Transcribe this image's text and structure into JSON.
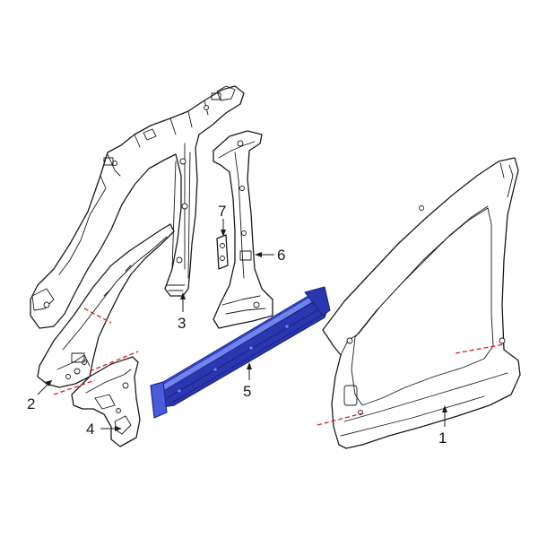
{
  "colors": {
    "highlight": "#4a5bd8",
    "cut_line": "#d81e1e",
    "line": "#1a1a1a"
  },
  "callouts": [
    {
      "id": "1",
      "text": "1"
    },
    {
      "id": "2",
      "text": "2"
    },
    {
      "id": "3",
      "text": "3"
    },
    {
      "id": "4",
      "text": "4"
    },
    {
      "id": "5",
      "text": "5"
    },
    {
      "id": "6",
      "text": "6"
    },
    {
      "id": "7",
      "text": "7"
    }
  ],
  "highlighted_part": "5"
}
